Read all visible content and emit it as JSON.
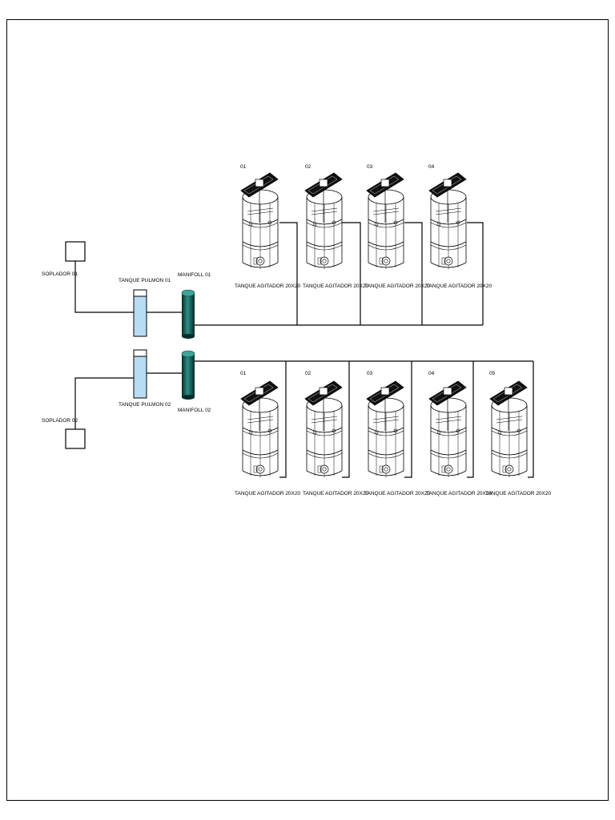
{
  "sopladores": [
    {
      "label": "SOPLADOR 01"
    },
    {
      "label": "SOPLADOR 02"
    }
  ],
  "pulmones": [
    {
      "label": "TANQUE PULMON 01"
    },
    {
      "label": "TANQUE PULMON 02"
    }
  ],
  "manifolls": [
    {
      "label": "MANIFOLL 01"
    },
    {
      "label": "MANIFOLL 02"
    }
  ],
  "row1_tanks": [
    {
      "number": "01",
      "label": "TANQUE AGITADOR 20X20"
    },
    {
      "number": "02",
      "label": "TANQUE AGITADOR 20X20"
    },
    {
      "number": "03",
      "label": "TANQUE AGITADOR 20X20"
    },
    {
      "number": "04",
      "label": "TANQUE AGITADOR 20X20"
    }
  ],
  "row2_tanks": [
    {
      "number": "01",
      "label": "TANQUE AGITADOR 20X20"
    },
    {
      "number": "02",
      "label": "TANQUE AGITADOR 20X20"
    },
    {
      "number": "03",
      "label": "TANQUE AGITADOR 20X20"
    },
    {
      "number": "04",
      "label": "TANQUE AGITADOR 20X20"
    },
    {
      "number": "05",
      "label": "TANQUE AGITADOR 20X20"
    }
  ],
  "colors": {
    "pulmon_fill": "#b7dcf3",
    "manifoll_dark": "#0b3f3b",
    "manifoll_light": "#3fa49a",
    "line": "#000000"
  }
}
